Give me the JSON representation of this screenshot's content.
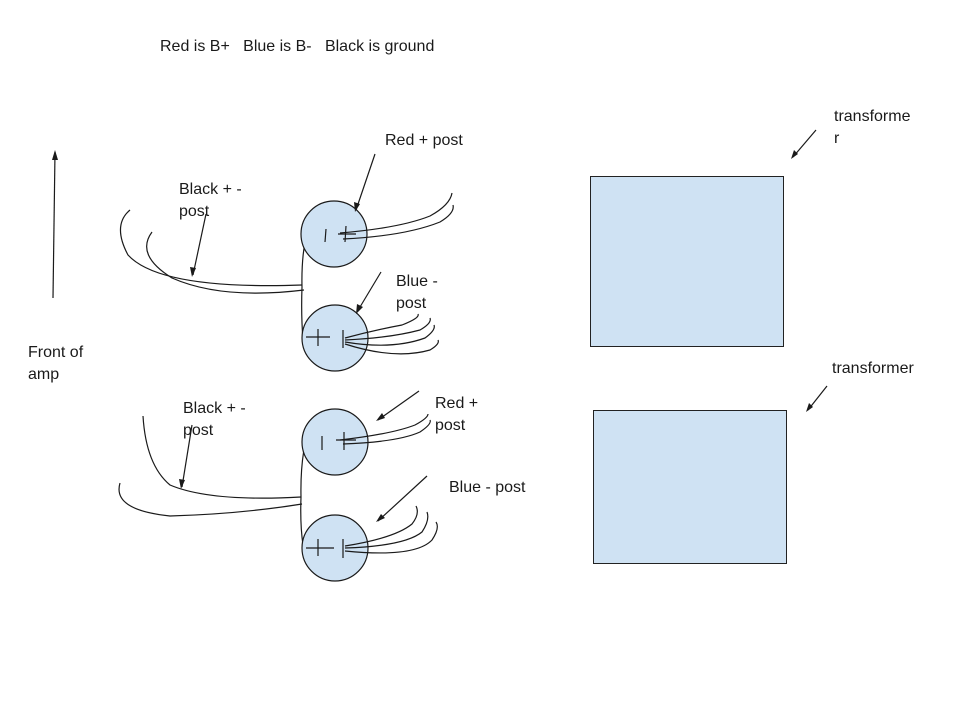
{
  "legend": {
    "text": "Red is B+   Blue is B-   Black is ground"
  },
  "colors": {
    "component_fill": "#cfe2f3",
    "stroke": "#1a1a1a",
    "background": "#ffffff"
  },
  "labels": {
    "front_of_amp": "Front of\namp",
    "upper_red_post": "Red + post",
    "upper_black_post": "Black + -\npost",
    "upper_blue_post": "Blue -\npost",
    "lower_black_post": "Black + -\npost",
    "lower_red_post": "Red +\npost",
    "lower_blue_post": "Blue - post",
    "transformer_top": "transforme\nr",
    "transformer_bottom": "transformer"
  }
}
